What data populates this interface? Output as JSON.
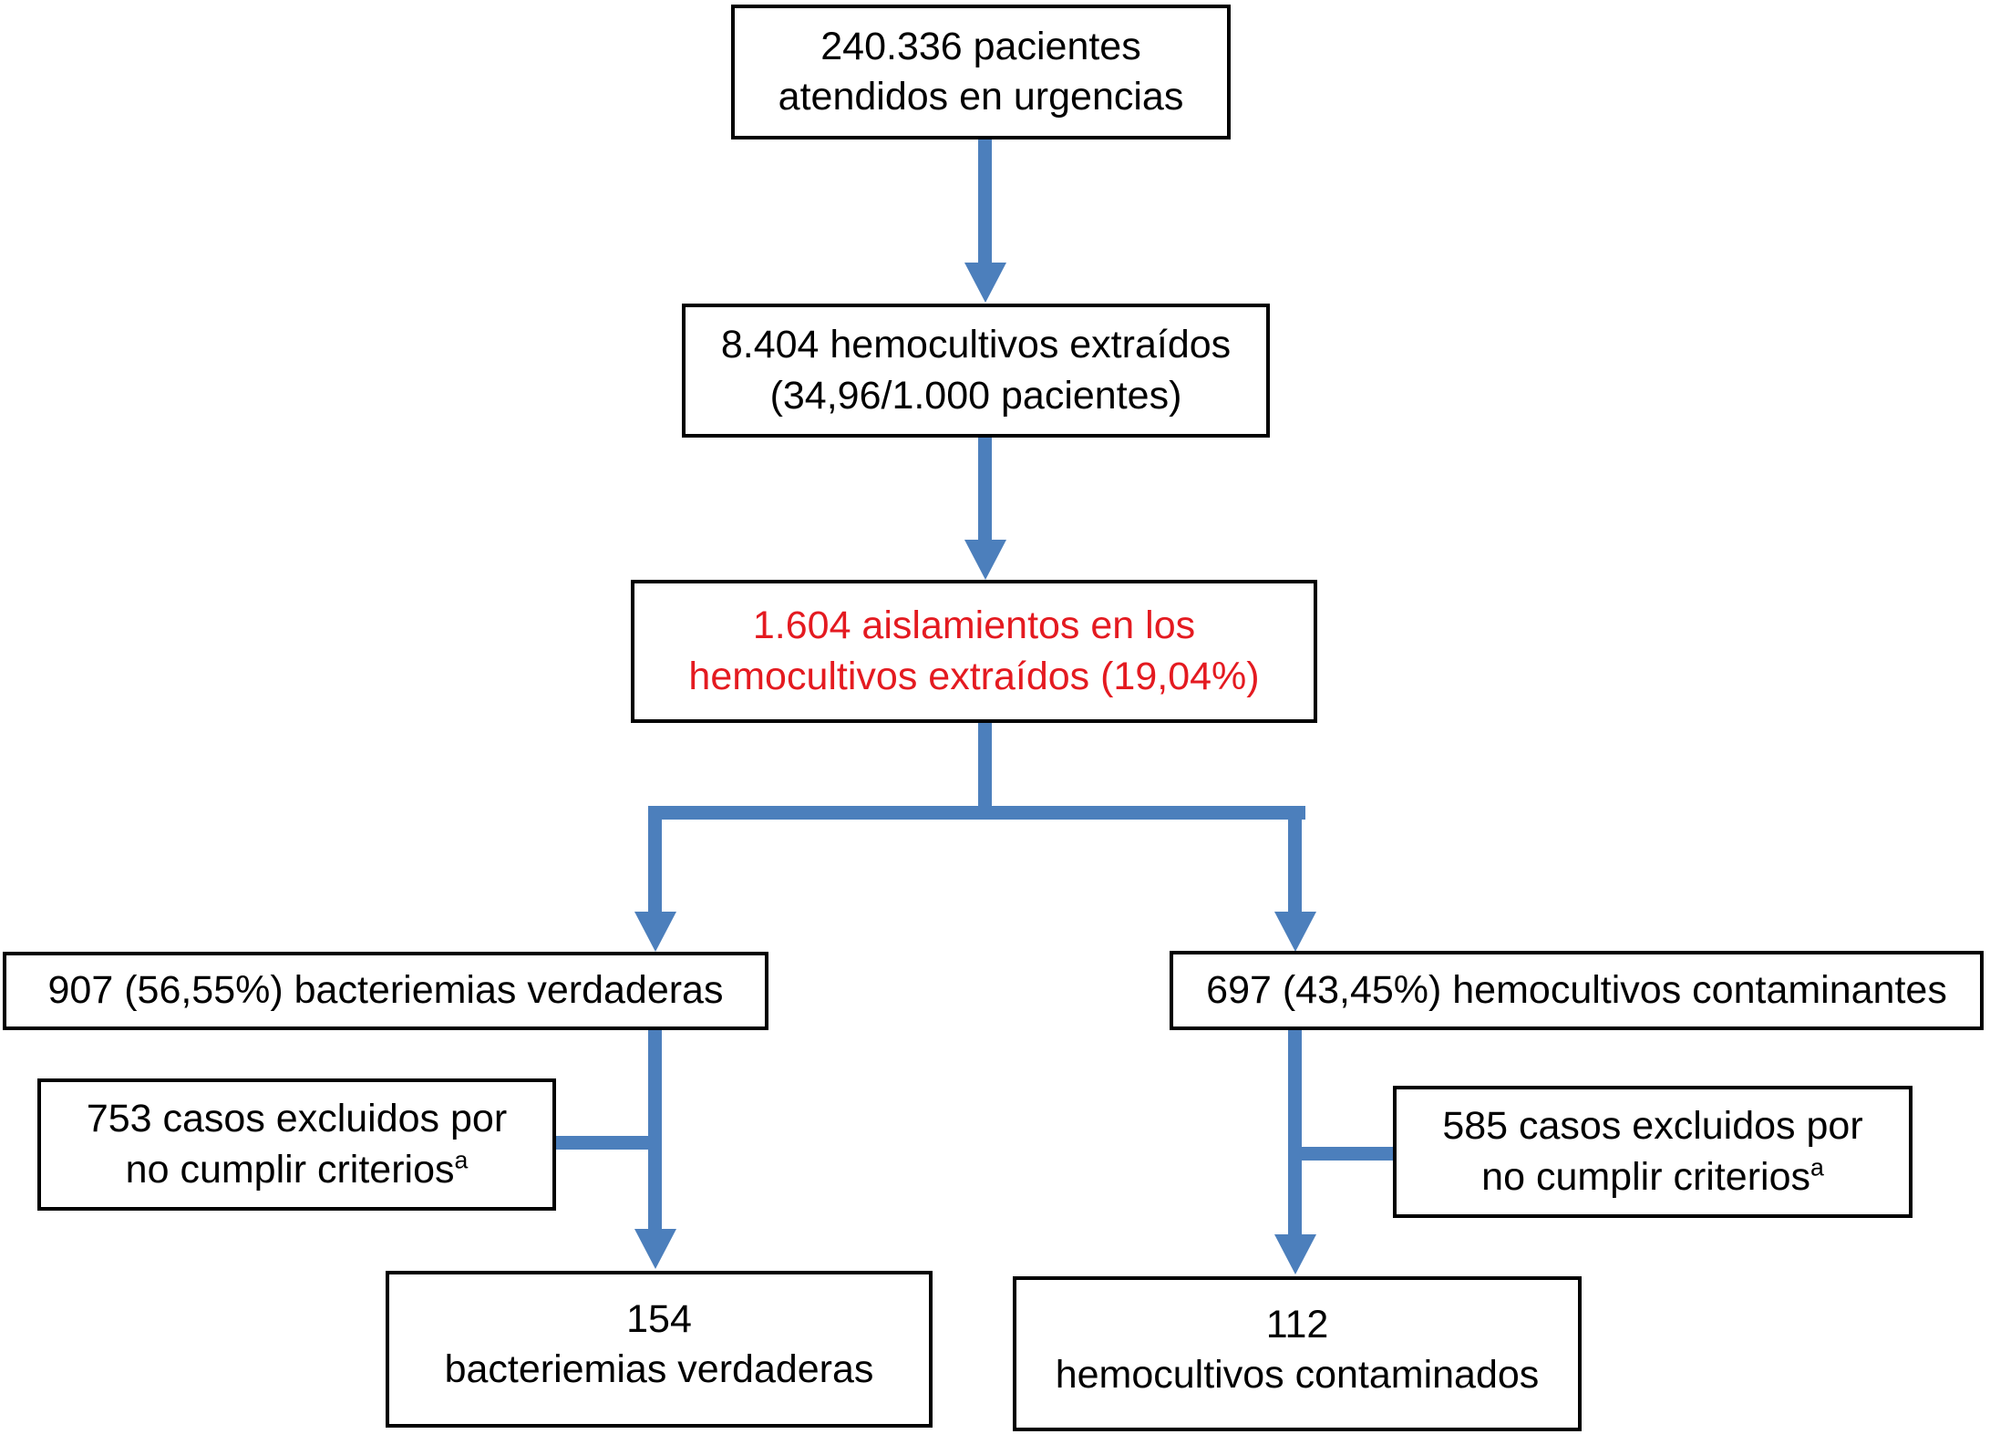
{
  "nodes": {
    "patients": {
      "lines": [
        "240.336 pacientes",
        "atendidos en urgencias"
      ]
    },
    "cultures": {
      "lines": [
        "8.404 hemocultivos extraídos",
        "(34,96/1.000 pacientes)"
      ]
    },
    "isolates": {
      "lines": [
        "1.604 aislamientos en los",
        "hemocultivos extraídos (19,04%)"
      ],
      "text_color": "#E41A20"
    },
    "true_bacteremia": {
      "lines": [
        "907 (56,55%) bacteriemias verdaderas"
      ]
    },
    "contaminants": {
      "lines": [
        "697 (43,45%) hemocultivos contaminantes"
      ]
    },
    "excluded_left": {
      "lines": [
        "753 casos excluidos por",
        "no cumplir criterios"
      ],
      "superscript": "a"
    },
    "excluded_right": {
      "lines": [
        "585 casos excluidos por",
        "no cumplir criterios"
      ],
      "superscript": "a"
    },
    "final_true": {
      "lines": [
        "154",
        "bacteriemias verdaderas"
      ]
    },
    "final_contaminated": {
      "lines": [
        "112",
        "hemocultivos contaminados"
      ]
    }
  },
  "colors": {
    "arrow_blue": "#4C7FBC",
    "highlight_red": "#E41A20",
    "box_border": "#000000",
    "background": "#FFFFFF"
  }
}
